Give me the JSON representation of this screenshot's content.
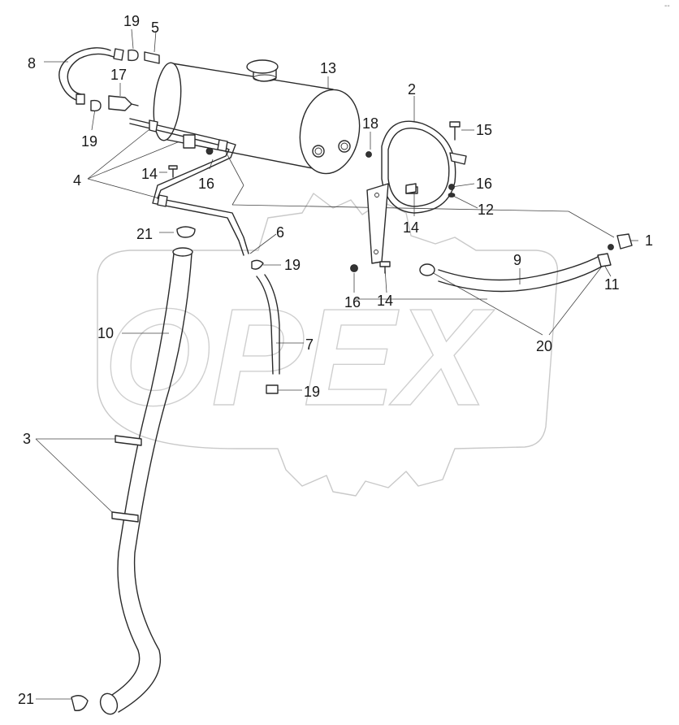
{
  "diagram": {
    "corner_mark": "--",
    "watermark_text": "OPEX",
    "callouts": [
      {
        "id": "c8",
        "text": "8"
      },
      {
        "id": "c19a",
        "text": "19"
      },
      {
        "id": "c5",
        "text": "5"
      },
      {
        "id": "c17",
        "text": "17"
      },
      {
        "id": "c19b",
        "text": "19"
      },
      {
        "id": "c13",
        "text": "13"
      },
      {
        "id": "c2",
        "text": "2"
      },
      {
        "id": "c18",
        "text": "18"
      },
      {
        "id": "c15",
        "text": "15"
      },
      {
        "id": "c4",
        "text": "4"
      },
      {
        "id": "c14a",
        "text": "14"
      },
      {
        "id": "c16a",
        "text": "16"
      },
      {
        "id": "c16b",
        "text": "16"
      },
      {
        "id": "c12",
        "text": "12"
      },
      {
        "id": "c14b",
        "text": "14"
      },
      {
        "id": "c21a",
        "text": "21"
      },
      {
        "id": "c6",
        "text": "6"
      },
      {
        "id": "c1",
        "text": "1"
      },
      {
        "id": "c19c",
        "text": "19"
      },
      {
        "id": "c9",
        "text": "9"
      },
      {
        "id": "c11",
        "text": "11"
      },
      {
        "id": "c16c",
        "text": "16"
      },
      {
        "id": "c14c",
        "text": "14"
      },
      {
        "id": "c10",
        "text": "10"
      },
      {
        "id": "c7",
        "text": "7"
      },
      {
        "id": "c20",
        "text": "20"
      },
      {
        "id": "c19d",
        "text": "19"
      },
      {
        "id": "c3",
        "text": "3"
      },
      {
        "id": "c21b",
        "text": "21"
      }
    ]
  }
}
